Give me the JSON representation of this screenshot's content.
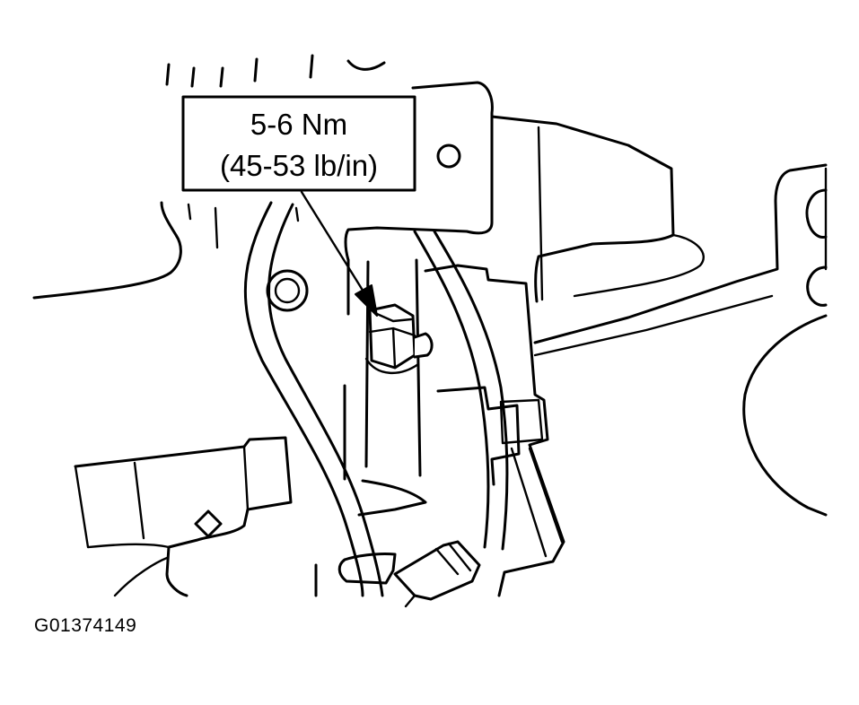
{
  "callout": {
    "torque_nm": "5-6 Nm",
    "torque_lbin": "(45-53 lb/in)"
  },
  "figure_id": "G01374149",
  "colors": {
    "line": "#000000",
    "background": "#ffffff"
  }
}
